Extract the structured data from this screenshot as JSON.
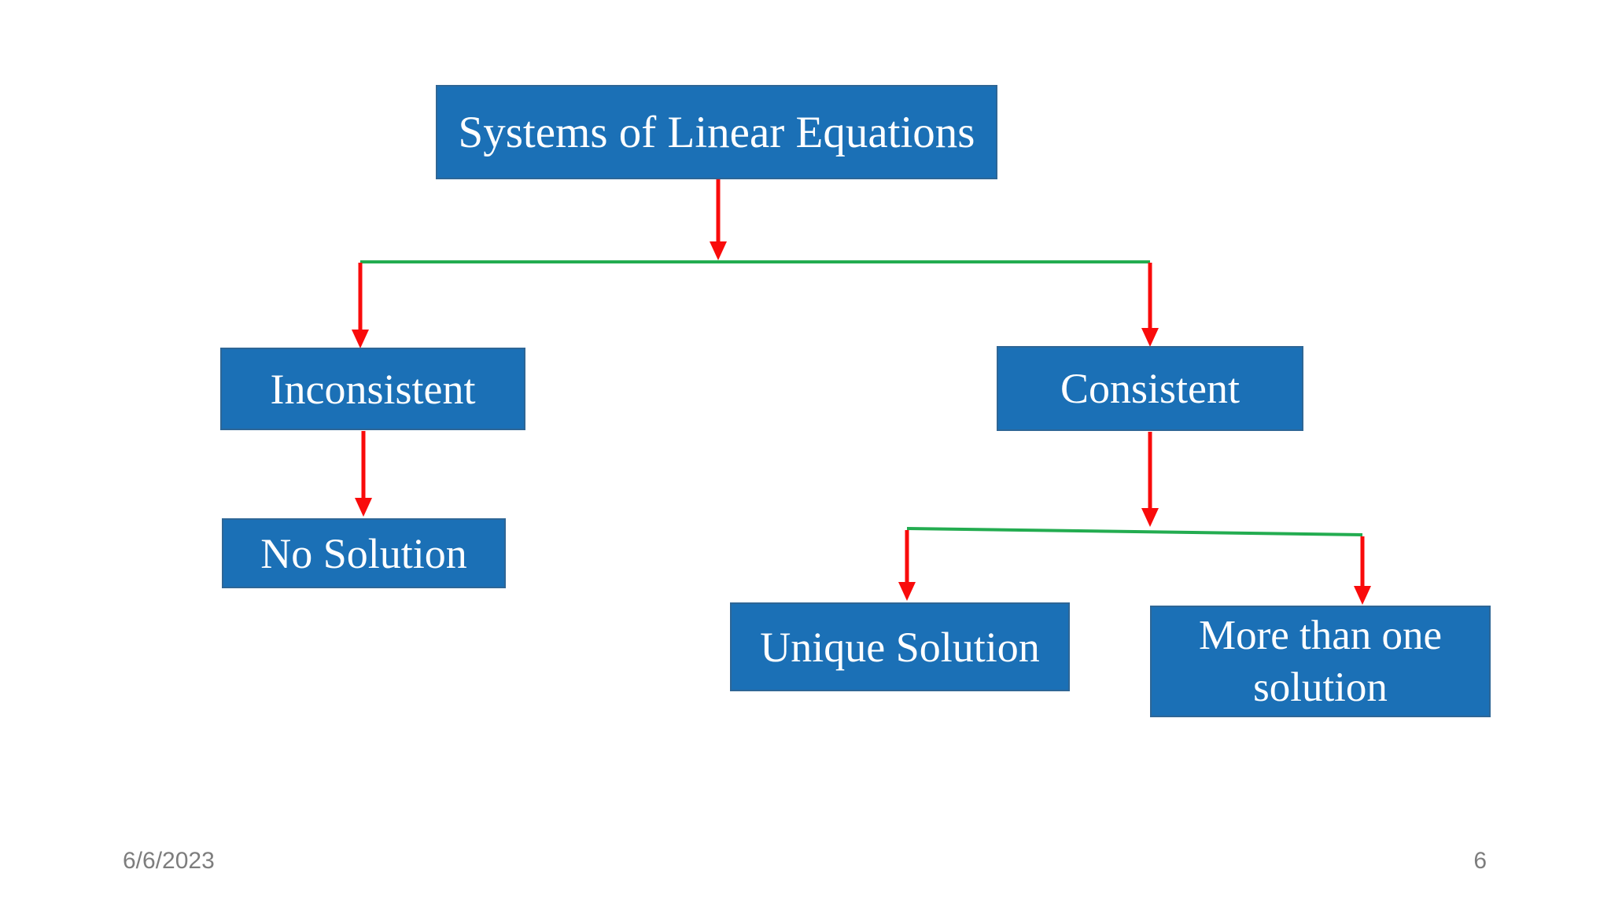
{
  "slide": {
    "footer": {
      "date": "6/6/2023",
      "page_number": "6"
    }
  },
  "diagram": {
    "root": {
      "label": "Systems of Linear Equations",
      "children": [
        {
          "label": "Inconsistent",
          "children": [
            {
              "label": "No Solution"
            }
          ]
        },
        {
          "label": "Consistent",
          "children": [
            {
              "label": "Unique Solution"
            },
            {
              "label": "More than one solution"
            }
          ]
        }
      ]
    }
  },
  "colors": {
    "node_fill": "#1B70B6",
    "node_text": "#FFFFFF",
    "arrow": "#F90B0B",
    "branch_line": "#23AC50",
    "footer_text": "#7D7D7D",
    "background": "#FFFFFF"
  }
}
